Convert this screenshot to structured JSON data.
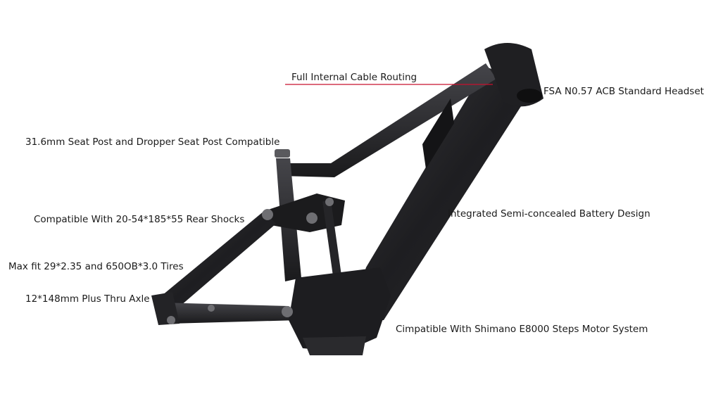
{
  "callouts": {
    "cable_routing": "Full Internal Cable Routing",
    "headset": "FSA N0.57 ACB Standard Headset",
    "seat_post": "31.6mm Seat Post and Dropper Seat Post Compatible",
    "battery": "Integrated Semi-concealed Battery Design",
    "rear_shocks": "Compatible With 20-54*185*55 Rear Shocks",
    "tires": "Max fit 29*2.35 and 650OB*3.0 Tires",
    "axle": "12*148mm Plus Thru Axle",
    "motor": "Cimpatible With Shimano E8000 Steps Motor System"
  },
  "colors": {
    "leader_line": "#c8102e",
    "carbon_dark": "#1c1c1e",
    "carbon_mid": "#2e2e31",
    "carbon_light": "#4a4a4f",
    "hardware": "#8a8a8a"
  }
}
